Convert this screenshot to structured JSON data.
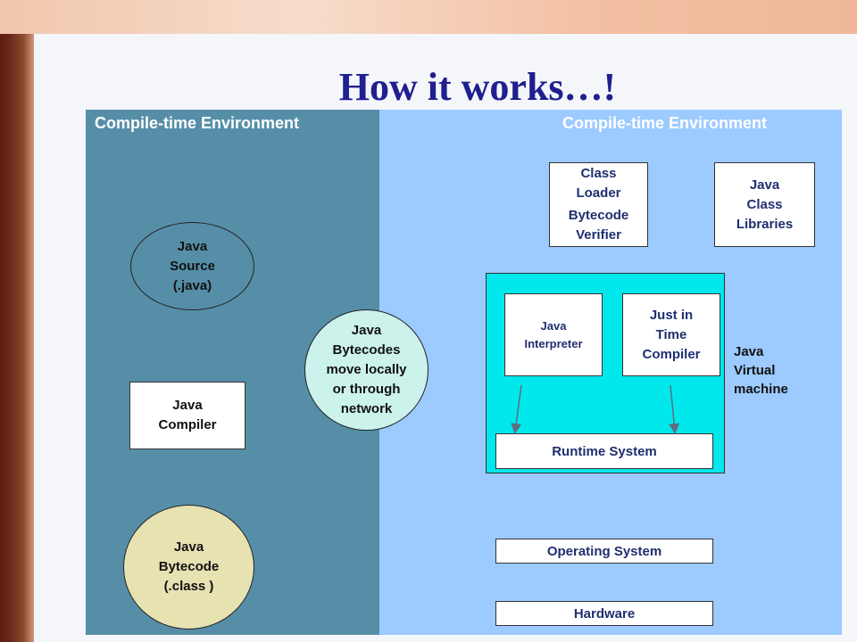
{
  "slide": {
    "title": "How it works…!",
    "left_env_label": "Compile-time Environment",
    "right_env_label": "Compile-time Environment"
  },
  "compile_side": {
    "java_source": "Java\nSource\n(.java)",
    "java_compiler": "Java\nCompiler",
    "java_bytecode": "Java\nBytecode\n(.class )"
  },
  "transfer": {
    "bytecodes_move": "Java\nBytecodes\nmove locally\nor through\nnetwork"
  },
  "runtime_side": {
    "class_loader_title": "Class\nLoader",
    "bytecode_verifier": "Bytecode\nVerifier",
    "java_class_libraries": "Java\nClass\nLibraries",
    "java_interpreter": "Java\nInterpreter",
    "jit_compiler": "Just in\nTime\nCompiler",
    "runtime_system": "Runtime System",
    "jvm_label": "Java\nVirtual\nmachine",
    "operating_system": "Operating System",
    "hardware": "Hardware"
  },
  "colors": {
    "compile_env_bg": "#568ea8",
    "runtime_env_bg": "#9dcaff",
    "jvm_bg": "#00e8ec",
    "bytecodes_ellipse_bg": "#ccf2ec",
    "bytecode_ellipse_bg": "#e6e2b2",
    "source_ellipse_bg": "#568ea8",
    "title_color": "#1f1f8f"
  }
}
